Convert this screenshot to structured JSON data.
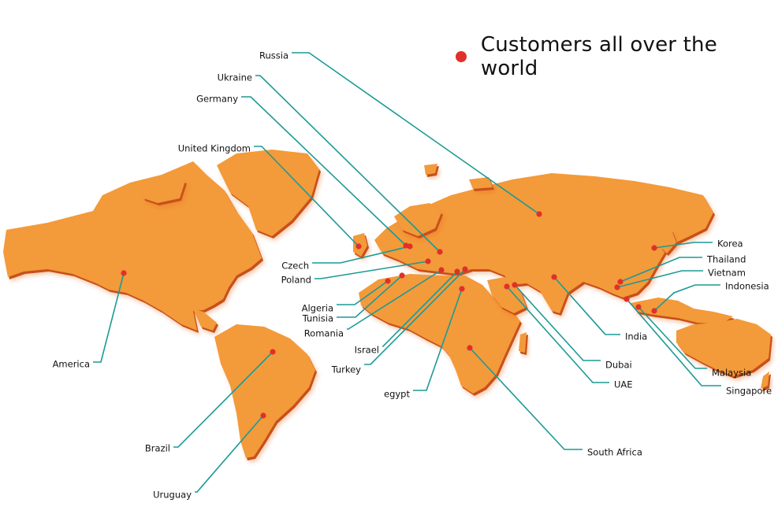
{
  "legend": {
    "text": "Customers all over the world",
    "marker_color": "#e0302a"
  },
  "colors": {
    "land": "#f39a3a",
    "land_edge": "#c8501a",
    "land_shadow": "#e86a22",
    "leader_line": "#1a9a96",
    "marker": "#e0302a"
  },
  "locations": [
    {
      "id": "russia",
      "name": "Russia"
    },
    {
      "id": "ukraine",
      "name": "Ukraine"
    },
    {
      "id": "germany",
      "name": "Germany"
    },
    {
      "id": "united-kingdom",
      "name": "United Kingdom"
    },
    {
      "id": "czech",
      "name": "Czech"
    },
    {
      "id": "poland",
      "name": "Poland"
    },
    {
      "id": "algeria",
      "name": "Algeria"
    },
    {
      "id": "tunisia",
      "name": "Tunisia"
    },
    {
      "id": "romania",
      "name": "Romania"
    },
    {
      "id": "israel",
      "name": "Israel"
    },
    {
      "id": "turkey",
      "name": "Turkey"
    },
    {
      "id": "egypt",
      "name": "egypt"
    },
    {
      "id": "america",
      "name": "America"
    },
    {
      "id": "brazil",
      "name": "Brazil"
    },
    {
      "id": "uruguay",
      "name": "Uruguay"
    },
    {
      "id": "south-africa",
      "name": "South Africa"
    },
    {
      "id": "uae",
      "name": "UAE"
    },
    {
      "id": "dubai",
      "name": "Dubai"
    },
    {
      "id": "india",
      "name": "India"
    },
    {
      "id": "singapore",
      "name": "Singapore"
    },
    {
      "id": "malaysia",
      "name": "Malaysia"
    },
    {
      "id": "indonesia",
      "name": "Indonesia"
    },
    {
      "id": "vietnam",
      "name": "Vietnam"
    },
    {
      "id": "thailand",
      "name": "Thailand"
    },
    {
      "id": "korea",
      "name": "Korea"
    }
  ]
}
